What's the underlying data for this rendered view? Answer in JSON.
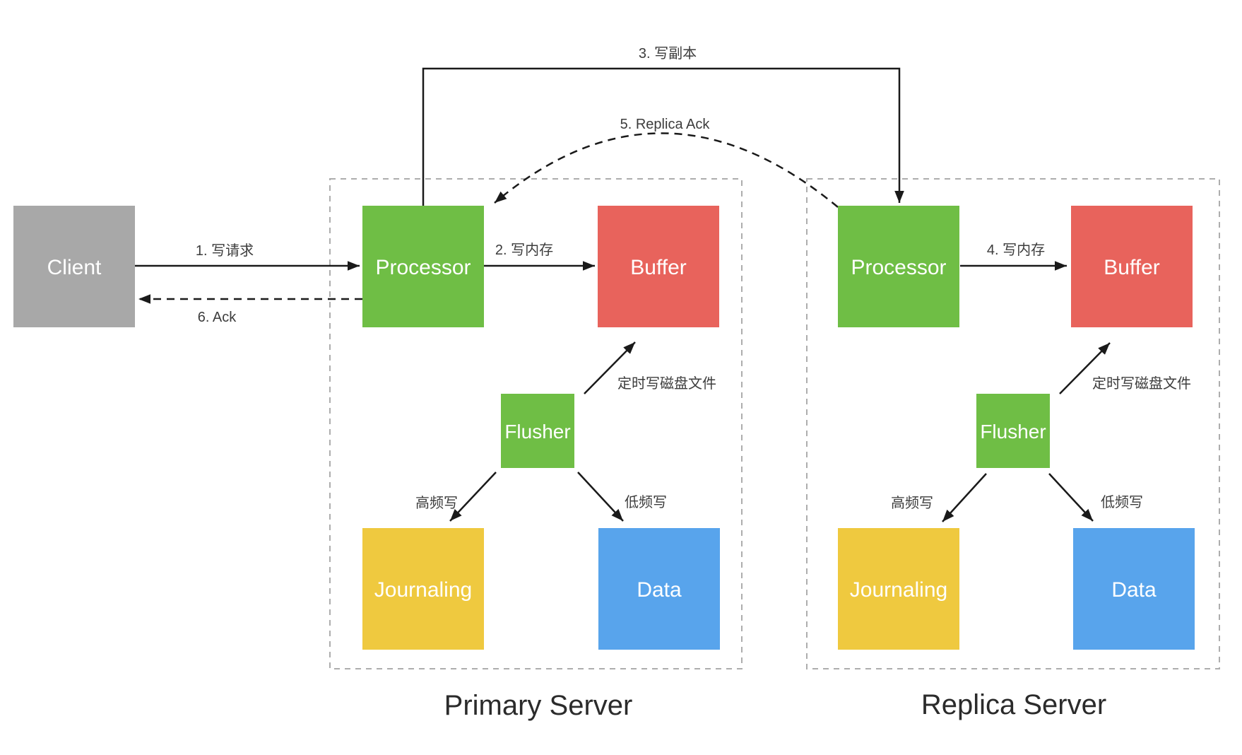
{
  "colors": {
    "client_gray": "#A8A8A8",
    "processor_green": "#6FBE45",
    "buffer_red": "#E8635C",
    "flusher_green": "#6FBE45",
    "journaling_yellow": "#EFC93F",
    "data_blue": "#58A4EC",
    "dashed_border_gray": "#ADADAD",
    "arrow_black": "#1A1A1A",
    "flow_label_text": "#3C3C3C",
    "box_text_white": "#FFFFFF"
  },
  "client": {
    "label": "Client"
  },
  "flows": {
    "write_request": "1. 写请求",
    "write_replica": "3. 写副本",
    "replica_ack": "5. Replica Ack",
    "ack": "6. Ack"
  },
  "primary_server": {
    "title": "Primary Server",
    "processor": "Processor",
    "buffer": "Buffer",
    "flusher": "Flusher",
    "journaling": "Journaling",
    "data": "Data",
    "labels": {
      "write_memory": "2. 写内存",
      "timed_disk_write": "定时写磁盘文件",
      "high_freq_write": "高频写",
      "low_freq_write": "低频写"
    }
  },
  "replica_server": {
    "title": "Replica Server",
    "processor": "Processor",
    "buffer": "Buffer",
    "flusher": "Flusher",
    "journaling": "Journaling",
    "data": "Data",
    "labels": {
      "write_memory": "4. 写内存",
      "timed_disk_write": "定时写磁盘文件",
      "high_freq_write": "高频写",
      "low_freq_write": "低频写"
    }
  }
}
